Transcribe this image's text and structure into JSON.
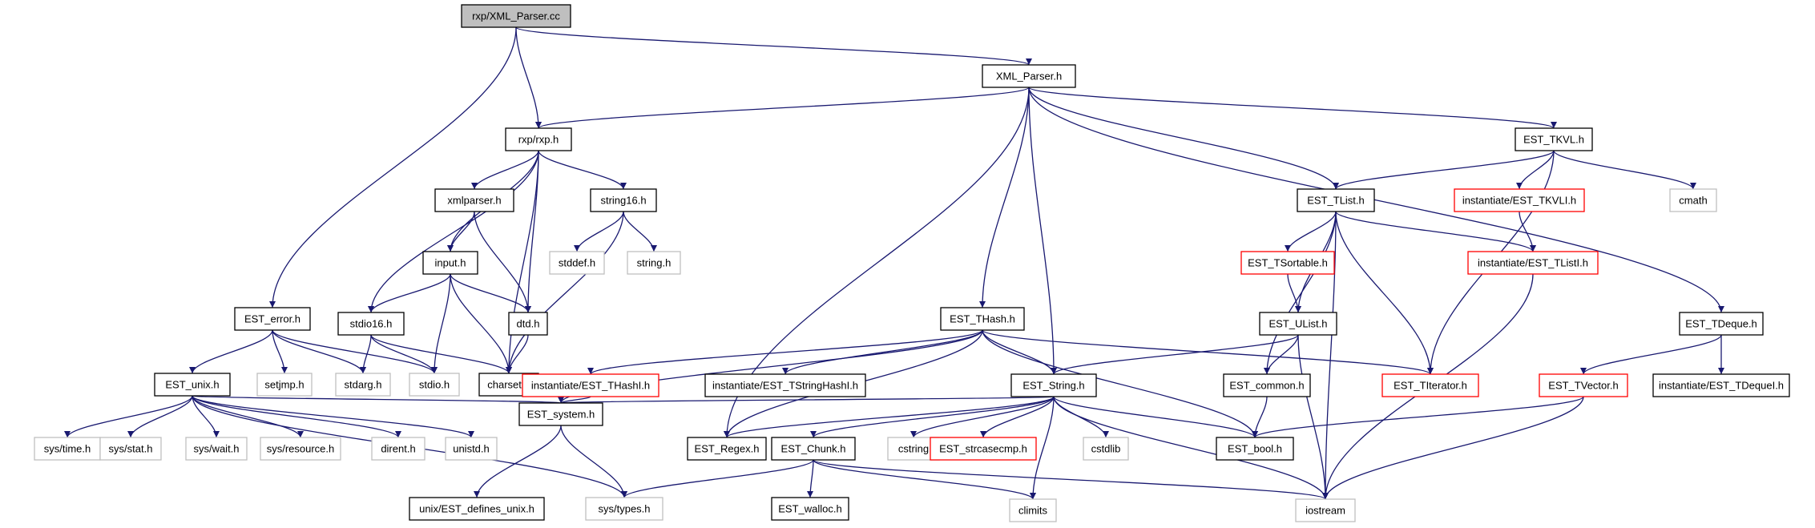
{
  "graph": {
    "title": "rxp/XML_Parser.cc include dependency graph",
    "style_colors": {
      "edge": "#191970",
      "root_fill": "#bfbfbf",
      "node_border": "#000000",
      "truncated_border": "#ff0000",
      "system_border": "#bfbfbf",
      "system_text": "#000000"
    },
    "nodes": [
      {
        "id": "root",
        "label": "rxp/XML_Parser.cc",
        "kind": "root"
      },
      {
        "id": "xmlparserh",
        "label": "XML_Parser.h",
        "kind": "normal"
      },
      {
        "id": "rxph",
        "label": "rxp/rxp.h",
        "kind": "normal"
      },
      {
        "id": "esterror",
        "label": "EST_error.h",
        "kind": "normal"
      },
      {
        "id": "xmlparser",
        "label": "xmlparser.h",
        "kind": "normal"
      },
      {
        "id": "string16",
        "label": "string16.h",
        "kind": "normal"
      },
      {
        "id": "input",
        "label": "input.h",
        "kind": "normal"
      },
      {
        "id": "stddef",
        "label": "stddef.h",
        "kind": "system"
      },
      {
        "id": "stringh",
        "label": "string.h",
        "kind": "system"
      },
      {
        "id": "stdio16",
        "label": "stdio16.h",
        "kind": "normal"
      },
      {
        "id": "dtd",
        "label": "dtd.h",
        "kind": "normal"
      },
      {
        "id": "estunix",
        "label": "EST_unix.h",
        "kind": "normal"
      },
      {
        "id": "setjmp",
        "label": "setjmp.h",
        "kind": "system"
      },
      {
        "id": "stdarg",
        "label": "stdarg.h",
        "kind": "system"
      },
      {
        "id": "stdio",
        "label": "stdio.h",
        "kind": "system"
      },
      {
        "id": "charset",
        "label": "charset.h",
        "kind": "normal"
      },
      {
        "id": "systime",
        "label": "sys/time.h",
        "kind": "system"
      },
      {
        "id": "sysstat",
        "label": "sys/stat.h",
        "kind": "system"
      },
      {
        "id": "syswait",
        "label": "sys/wait.h",
        "kind": "system"
      },
      {
        "id": "sysres",
        "label": "sys/resource.h",
        "kind": "system"
      },
      {
        "id": "dirent",
        "label": "dirent.h",
        "kind": "system"
      },
      {
        "id": "unistd",
        "label": "unistd.h",
        "kind": "system"
      },
      {
        "id": "estsystem",
        "label": "EST_system.h",
        "kind": "normal"
      },
      {
        "id": "estdefunix",
        "label": "unix/EST_defines_unix.h",
        "kind": "normal"
      },
      {
        "id": "systypes",
        "label": "sys/types.h",
        "kind": "system"
      },
      {
        "id": "esthash",
        "label": "EST_THash.h",
        "kind": "normal"
      },
      {
        "id": "insthash",
        "label": "instantiate/EST_THashI.h",
        "kind": "trunc"
      },
      {
        "id": "insthashs",
        "label": "instantiate/EST_TStringHashI.h",
        "kind": "normal"
      },
      {
        "id": "eststring",
        "label": "EST_String.h",
        "kind": "normal"
      },
      {
        "id": "estregex",
        "label": "EST_Regex.h",
        "kind": "normal"
      },
      {
        "id": "estchunk",
        "label": "EST_Chunk.h",
        "kind": "normal"
      },
      {
        "id": "estwalloc",
        "label": "EST_walloc.h",
        "kind": "normal"
      },
      {
        "id": "cstring",
        "label": "cstring",
        "kind": "system"
      },
      {
        "id": "eststrcase",
        "label": "EST_strcasecmp.h",
        "kind": "trunc"
      },
      {
        "id": "cstdlib",
        "label": "cstdlib",
        "kind": "system"
      },
      {
        "id": "climits",
        "label": "climits",
        "kind": "system"
      },
      {
        "id": "iostream",
        "label": "iostream",
        "kind": "system"
      },
      {
        "id": "esttkvl",
        "label": "EST_TKVL.h",
        "kind": "normal"
      },
      {
        "id": "esttlist",
        "label": "EST_TList.h",
        "kind": "normal"
      },
      {
        "id": "insttkvli",
        "label": "instantiate/EST_TKVLI.h",
        "kind": "trunc"
      },
      {
        "id": "cmath",
        "label": "cmath",
        "kind": "system"
      },
      {
        "id": "esttsort",
        "label": "EST_TSortable.h",
        "kind": "trunc"
      },
      {
        "id": "insttlist",
        "label": "instantiate/EST_TListI.h",
        "kind": "trunc"
      },
      {
        "id": "estulist",
        "label": "EST_UList.h",
        "kind": "normal"
      },
      {
        "id": "estcommon",
        "label": "EST_common.h",
        "kind": "normal"
      },
      {
        "id": "esttiter",
        "label": "EST_TIterator.h",
        "kind": "trunc"
      },
      {
        "id": "estbool",
        "label": "EST_bool.h",
        "kind": "normal"
      },
      {
        "id": "esttdeque",
        "label": "EST_TDeque.h",
        "kind": "normal"
      },
      {
        "id": "esttvector",
        "label": "EST_TVector.h",
        "kind": "trunc"
      },
      {
        "id": "insttdeque",
        "label": "instantiate/EST_TDequeI.h",
        "kind": "normal"
      }
    ],
    "edges": [
      [
        "root",
        "rxph"
      ],
      [
        "root",
        "xmlparserh"
      ],
      [
        "root",
        "esterror"
      ],
      [
        "xmlparserh",
        "rxph"
      ],
      [
        "xmlparserh",
        "estregex"
      ],
      [
        "xmlparserh",
        "esthash"
      ],
      [
        "xmlparserh",
        "eststring"
      ],
      [
        "xmlparserh",
        "esttlist"
      ],
      [
        "xmlparserh",
        "esttkvl"
      ],
      [
        "xmlparserh",
        "esttdeque"
      ],
      [
        "rxph",
        "xmlparser"
      ],
      [
        "rxph",
        "string16"
      ],
      [
        "rxph",
        "input"
      ],
      [
        "rxph",
        "stdio16"
      ],
      [
        "rxph",
        "dtd"
      ],
      [
        "rxph",
        "charset"
      ],
      [
        "xmlparser",
        "input"
      ],
      [
        "xmlparser",
        "dtd"
      ],
      [
        "string16",
        "stddef"
      ],
      [
        "string16",
        "stringh"
      ],
      [
        "string16",
        "charset"
      ],
      [
        "input",
        "stdio16"
      ],
      [
        "input",
        "dtd"
      ],
      [
        "input",
        "stdio"
      ],
      [
        "input",
        "charset"
      ],
      [
        "stdio16",
        "stdarg"
      ],
      [
        "stdio16",
        "stdio"
      ],
      [
        "stdio16",
        "charset"
      ],
      [
        "dtd",
        "charset"
      ],
      [
        "esterror",
        "estunix"
      ],
      [
        "esterror",
        "setjmp"
      ],
      [
        "esterror",
        "stdarg"
      ],
      [
        "esterror",
        "stdio"
      ],
      [
        "estunix",
        "systime"
      ],
      [
        "estunix",
        "sysstat"
      ],
      [
        "estunix",
        "syswait"
      ],
      [
        "estunix",
        "sysres"
      ],
      [
        "estunix",
        "dirent"
      ],
      [
        "estunix",
        "unistd"
      ],
      [
        "estunix",
        "estsystem"
      ],
      [
        "estunix",
        "systypes"
      ],
      [
        "estsystem",
        "estdefunix"
      ],
      [
        "estsystem",
        "systypes"
      ],
      [
        "esthash",
        "insthash"
      ],
      [
        "esthash",
        "insthashs"
      ],
      [
        "esthash",
        "eststring"
      ],
      [
        "esthash",
        "estsystem"
      ],
      [
        "esthash",
        "estregex"
      ],
      [
        "esthash",
        "estbool"
      ],
      [
        "esthash",
        "esttiter"
      ],
      [
        "insthash",
        "estsystem"
      ],
      [
        "eststring",
        "estregex"
      ],
      [
        "eststring",
        "estchunk"
      ],
      [
        "eststring",
        "cstring"
      ],
      [
        "eststring",
        "eststrcase"
      ],
      [
        "eststring",
        "cstdlib"
      ],
      [
        "eststring",
        "climits"
      ],
      [
        "eststring",
        "iostream"
      ],
      [
        "eststring",
        "estbool"
      ],
      [
        "eststring",
        "estsystem"
      ],
      [
        "estchunk",
        "estwalloc"
      ],
      [
        "estchunk",
        "systypes"
      ],
      [
        "estchunk",
        "climits"
      ],
      [
        "estchunk",
        "iostream"
      ],
      [
        "esttkvl",
        "esttlist"
      ],
      [
        "esttkvl",
        "insttkvli"
      ],
      [
        "esttkvl",
        "cmath"
      ],
      [
        "esttkvl",
        "esttiter"
      ],
      [
        "insttkvli",
        "insttlist"
      ],
      [
        "esttlist",
        "esttsort"
      ],
      [
        "esttlist",
        "estulist"
      ],
      [
        "esttlist",
        "insttlist"
      ],
      [
        "esttlist",
        "estcommon"
      ],
      [
        "esttlist",
        "esttiter"
      ],
      [
        "esttlist",
        "iostream"
      ],
      [
        "esttsort",
        "estulist"
      ],
      [
        "insttlist",
        "iostream"
      ],
      [
        "estulist",
        "eststring"
      ],
      [
        "estulist",
        "estcommon"
      ],
      [
        "estulist",
        "iostream"
      ],
      [
        "estcommon",
        "estbool"
      ],
      [
        "esttdeque",
        "esttvector"
      ],
      [
        "esttdeque",
        "insttdeque"
      ],
      [
        "esttvector",
        "estbool"
      ],
      [
        "esttvector",
        "iostream"
      ]
    ]
  }
}
